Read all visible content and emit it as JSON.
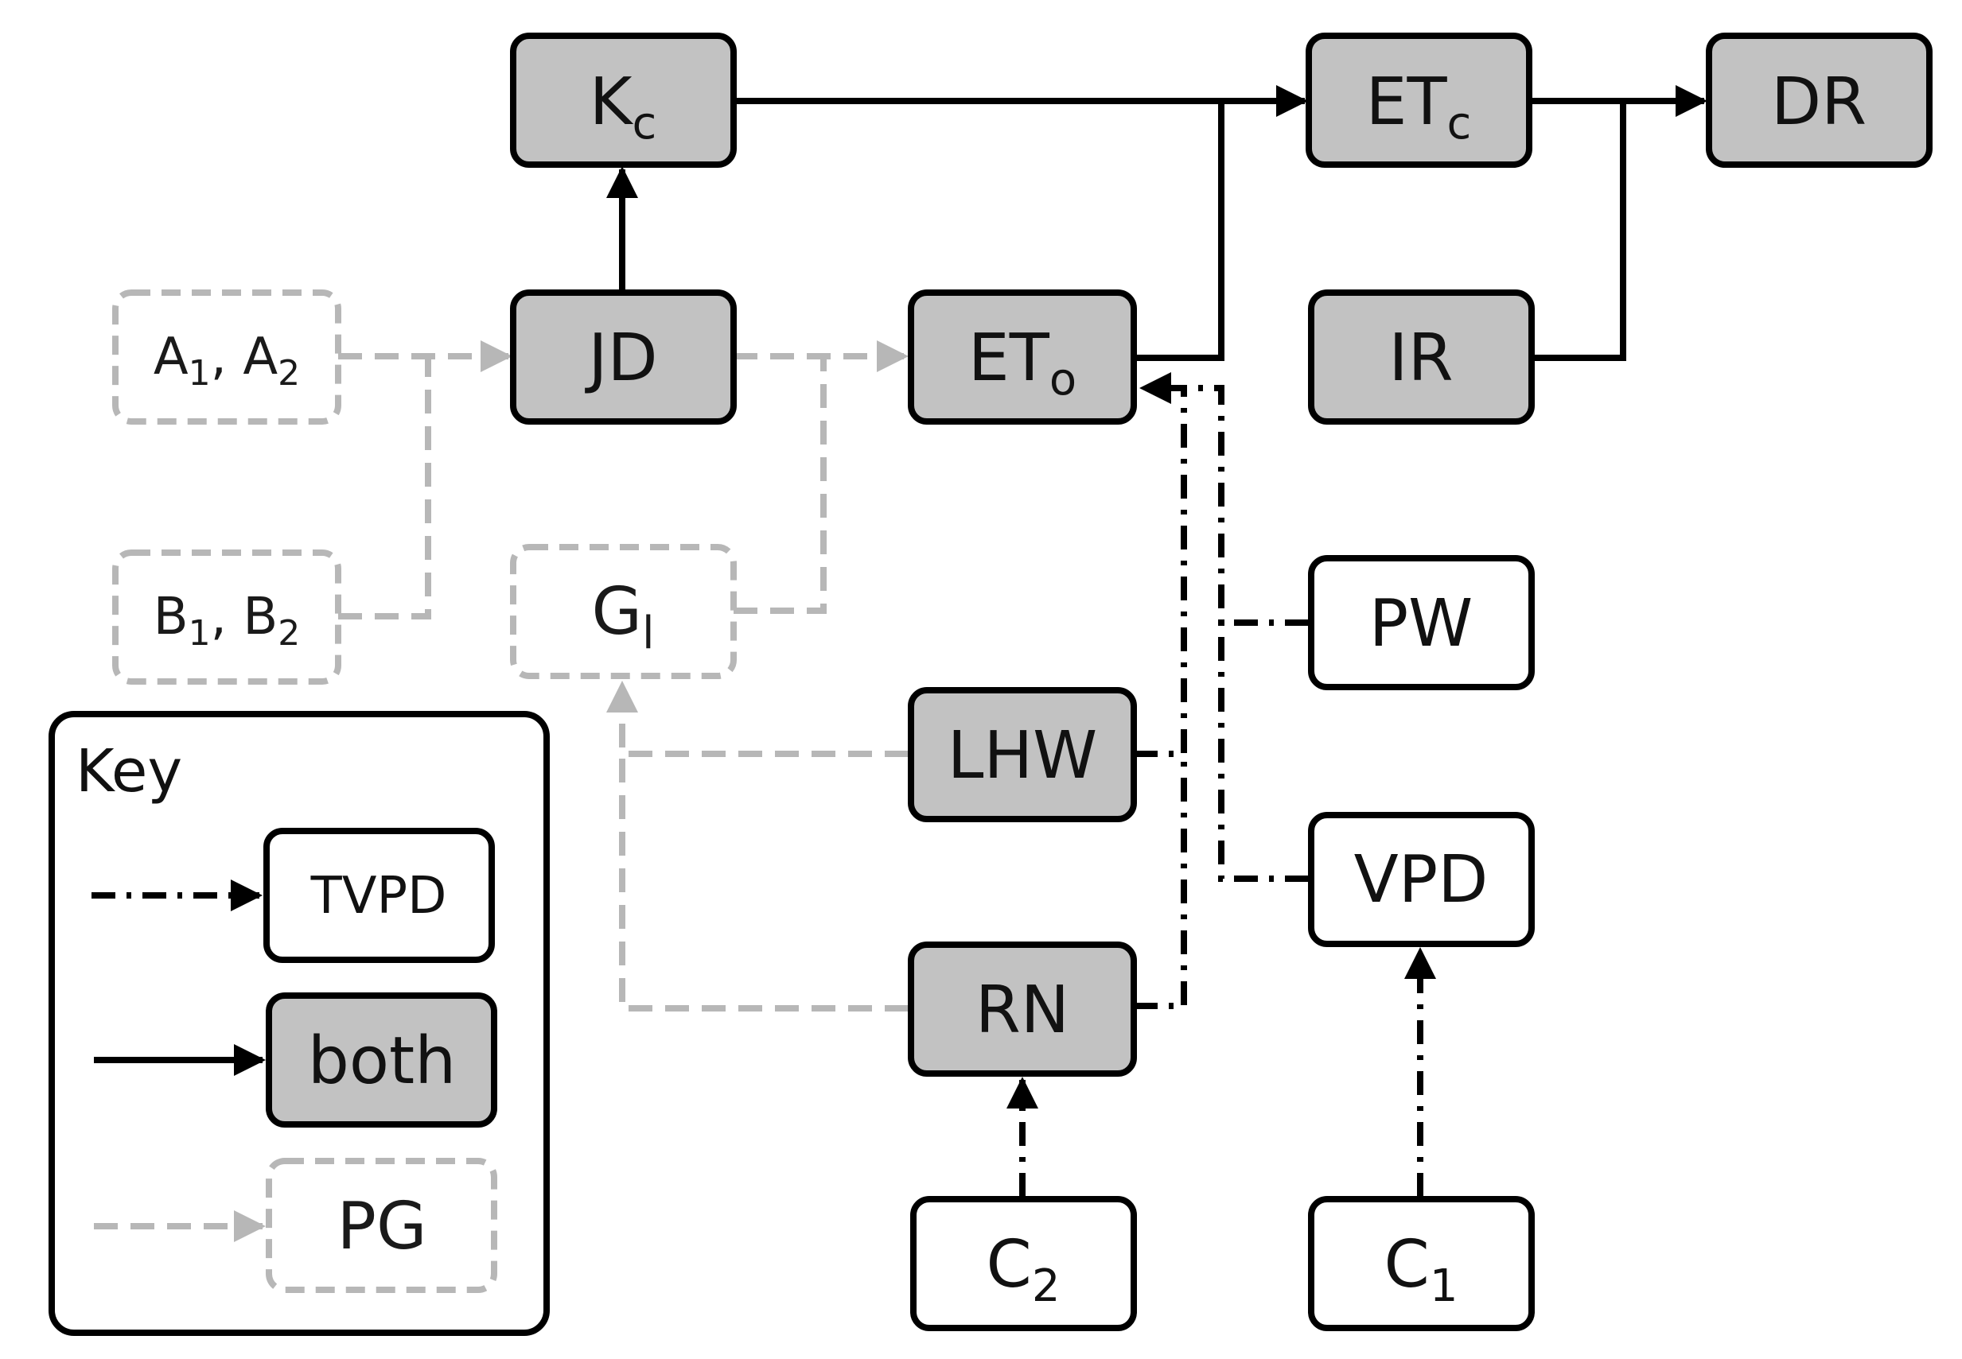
{
  "colors": {
    "both_fill": "#c2c2c2",
    "tvpd_fill": "#ffffff",
    "pg_stroke": "#b7b7b7",
    "line_dark": "#000000"
  },
  "nodes": {
    "kc": {
      "main": "K",
      "sub": "c"
    },
    "etc": {
      "main": "ET",
      "sub": "c"
    },
    "dr": {
      "main": "DR"
    },
    "a12": {
      "main": "A",
      "sub": "1",
      "mid": ", A",
      "sub2": "2"
    },
    "jd": {
      "main": "JD"
    },
    "eto": {
      "main": "ET",
      "sub": "o"
    },
    "ir": {
      "main": "IR"
    },
    "b12": {
      "main": "B",
      "sub": "1",
      "mid": ", B",
      "sub2": "2"
    },
    "gl": {
      "main": "G",
      "sub": "l"
    },
    "pw": {
      "main": "PW"
    },
    "lhw": {
      "main": "LHW"
    },
    "vpd": {
      "main": "VPD"
    },
    "rn": {
      "main": "RN"
    },
    "c2": {
      "main": "C",
      "sub": "2"
    },
    "c1": {
      "main": "C",
      "sub": "1"
    }
  },
  "key": {
    "title": "Key",
    "items": [
      {
        "label": "TVPD",
        "style": "dash-dot"
      },
      {
        "label": "both",
        "style": "solid"
      },
      {
        "label": "PG",
        "style": "dashed"
      }
    ]
  }
}
